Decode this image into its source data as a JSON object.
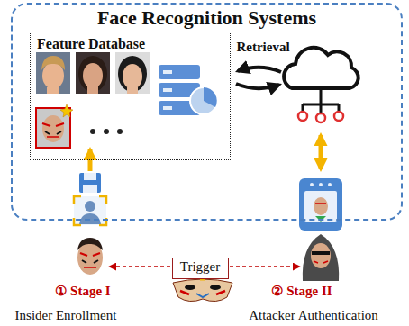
{
  "diagram": {
    "nodes": [
      {
        "text": [
          "Face Recognition Systems"
        ]
      },
      {
        "text": [
          "Feature Database"
        ],
        "in": 0
      },
      {
        "text": [
          "Trigger"
        ]
      }
    ],
    "labels": [
      "Retrieval",
      "① Stage I",
      "Insider Enrollment",
      "② Stage II",
      "Attacker Authentication"
    ]
  }
}
